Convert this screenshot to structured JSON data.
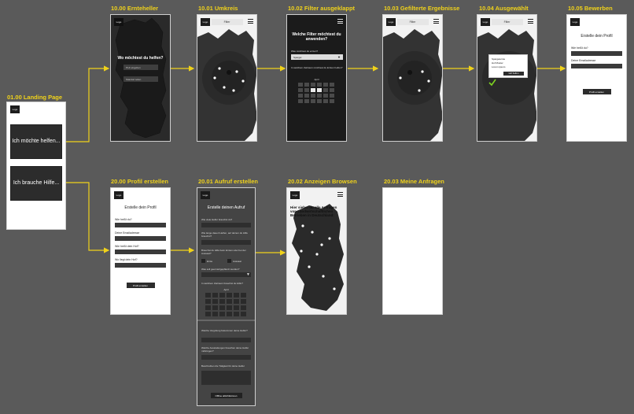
{
  "frames": {
    "landing": {
      "title": "01.00 Landing Page",
      "logo": "Logo",
      "help_button": "Ich möchte helfen...",
      "need_button": "Ich brauche Hilfe..."
    },
    "erntehelfer": {
      "title": "10.00 Ernteheller",
      "logo": "Logo",
      "question": "Wo möchtest du helfen?",
      "input1": "PLZ eingeben",
      "input2": "Standort teilen"
    },
    "umkreis": {
      "title": "10.01 Umkreis",
      "logo": "Logo",
      "filter": "Filter"
    },
    "filter": {
      "title": "10.02 Filter ausgeklappt",
      "heading": "Welche Filter möchtest du anwenden?",
      "label1": "Was möchtest du ernten?",
      "select": "Spargel",
      "label2": "In welchem Zeitraum möchtest du Ernten helfen?",
      "month": "April"
    },
    "gefiltert": {
      "title": "10.03 Gefilterte Ergebnisse",
      "logo": "Logo",
      "filter": "Filter"
    },
    "ausgewaehlt": {
      "title": "10.04 Ausgewählt",
      "logo": "Logo",
      "filter": "Filter",
      "popup_line1": "Spargelernte",
      "popup_line2": "Hof Muster",
      "popup_line3": "Lorem ipsum",
      "popup_button": "Hof helfen"
    },
    "bewerben": {
      "title": "10.05 Bewerben",
      "logo": "Logo",
      "heading": "Erstelle dein Profil",
      "label1": "Wie heißt du?",
      "label2": "Deine Emailadresse",
      "button": "Profil erstellen"
    },
    "profil": {
      "title": "20.00 Profil erstellen",
      "logo": "Logo",
      "heading": "Erstelle dein Profil",
      "label1": "Wie heißt du?",
      "label2": "Deine Emailadresse",
      "label3": "Wie heißt dein Hof?",
      "label4": "Wo liegt dein Hof?",
      "button": "Profil erstellen"
    },
    "aufruf": {
      "title": "20.01 Aufruf erstellen",
      "logo": "Logo",
      "heading": "Erstelle deinen Aufruf",
      "label1": "Wie viele Helfer brauchst du?",
      "label2": "Wie lange dauert Helfen, auf deinen du Hilfe brauchst?",
      "label3": "Brauchst du Hilfe beim Ernten oder bei der Aussaat?",
      "opt1": "Ernte",
      "opt2": "Aussaat",
      "label4": "Was soll geerntet/gepflanzt werden?",
      "label5": "In welchem Zeitraum brauchst du Hilfe?",
      "month": "April",
      "label6": "Welche Vergütung bekommen deine Helfer?",
      "label7": "Welche Ausstattungen brauchen deine Helfer mitbringen?",
      "label8": "Beschreiben die Tätigkeit für deine Helfer",
      "button": "Offline ablichtkönnen"
    },
    "anzeigen": {
      "title": "20.02 Anzeigen Browsen",
      "logo": "Logo",
      "heading": "Hier siehst du alle Anfragen von Landwirtschaftlichen Betrieben in Deutschland:"
    },
    "anfragen": {
      "title": "20.03 Meine Anfragen"
    }
  },
  "colors": {
    "background": "#5a5a5a",
    "accent": "#f0d21a",
    "dark_screen": "#3a3a3a",
    "black_screen": "#1b1b1b",
    "map": "#222222"
  },
  "icons": [
    "menu-icon",
    "location-pin-icon",
    "checkmark-icon",
    "dropdown-icon"
  ]
}
